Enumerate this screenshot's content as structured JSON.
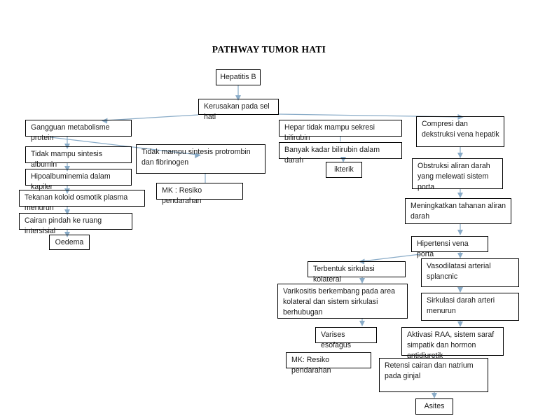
{
  "diagram": {
    "title": "PATHWAY TUMOR HATI",
    "type": "flowchart",
    "language": "Indonesian",
    "accent_color": "#8aacc8",
    "box_border_color": "#000000",
    "background_color": "#ffffff",
    "nodes": {
      "hepatitis_b": "Hepatitis B",
      "kerusakan_sel_hati": "Kerusakan pada sel hati",
      "gangguan_metabolisme_protein": "Gangguan metabolisme protein",
      "tidak_mampu_sintesis_albumin": "Tidak mampu sintesis albumin",
      "hipoalbuminemia": "Hipoalbuminemia dalam kapiler",
      "tekanan_koloid": "Tekanan koloid osmotik plasma menurun",
      "cairan_pindah": "Cairan pindah ke ruang intersisial",
      "oedema": "Oedema",
      "tidak_mampu_protrombin": "Tidak mampu sintesis protrombin dan fibrinogen",
      "mk_resiko_pendarahan_atas": "MK : Resiko pendarahan",
      "hepar_tidak_sekresi": "Hepar tidak mampu sekresi bilirubin",
      "banyak_bilirubin": "Banyak kadar bilirubin dalam darah",
      "ikterik": "ikterik",
      "compresi_dekstruksi": "Compresi dan dekstruksi vena hepatik",
      "obstruksi_aliran": "Obstruksi aliran darah yang melewati sistem porta",
      "meningkatkan_tahanan": "Meningkatkan tahanan aliran darah",
      "hipertensi_vena_porta": "Hipertensi vena porta",
      "vasodilatasi": "Vasodilatasi arterial splancnic",
      "sirkulasi_arteri_menurun": "Sirkulasi darah arteri menurun",
      "terbentuk_sirkulasi": "Terbentuk sirkulasi kolateral",
      "varikositis": "Varikositis berkembang pada area kolateral dan sistem sirkulasi berhubugan",
      "varises_esofagus": "Varises esofagus",
      "mk_resiko_pendarahan_bawah": "MK: Resiko pendarahan",
      "aktivasi_raa": "Aktivasi RAA, sistem saraf simpatik dan hormon antidiuretik",
      "retensi_cairan": "Retensi cairan dan natrium pada ginjal",
      "asites": "Asites"
    }
  }
}
